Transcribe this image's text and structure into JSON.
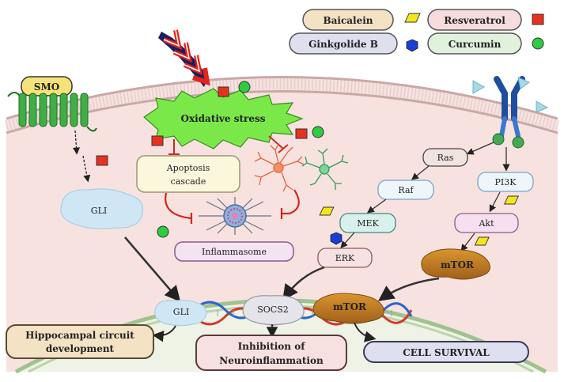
{
  "legend": {
    "baicalein": "Baicalein",
    "resveratrol": "Resveratrol",
    "ginkgolide": "Ginkgolide B",
    "curcumin": "Curcumin"
  },
  "receptor": {
    "smo": "SMO"
  },
  "stress": {
    "oxidative": "Oxidative stress"
  },
  "nodes": {
    "apoptosis_1": "Apoptosis",
    "apoptosis_2": "cascade",
    "gli_top": "GLI",
    "inflammasome": "Inflammasome",
    "ras": "Ras",
    "raf": "Raf",
    "mek": "MEK",
    "erk": "ERK",
    "pi3k": "PI3K",
    "akt": "Akt",
    "mtor_cyto": "mTOR",
    "gli_nuc": "GLI",
    "socs2": "SOCS2",
    "mtor_nuc": "mTOR"
  },
  "outcomes": {
    "hippo_1": "Hippocampal circuit",
    "hippo_2": "development",
    "inhib_1": "Inhibition of",
    "inhib_2": "Neuroinflammation",
    "survival": "CELL SURVIVAL"
  },
  "colors": {
    "cell": "#f7e2e0",
    "membrane": "#c9a9a6",
    "nucleus": "#eef3e6",
    "envelope": "#9fc38f",
    "resveratrol": "#e8321f",
    "curcumin": "#2ecc40",
    "baicalein": "#f5e61a",
    "ginkgolide": "#1a3fd6",
    "inhibit": "#d0281e",
    "mtor": "#c07a1c"
  },
  "icons": [
    "lightning-bolt-icon",
    "receptor-tyrosine-kinase-icon",
    "smo-receptor-icon",
    "neuron-icon",
    "microglia-icon",
    "inflammasome-icon",
    "dna-helix-icon",
    "ligand-triangle-icon"
  ]
}
